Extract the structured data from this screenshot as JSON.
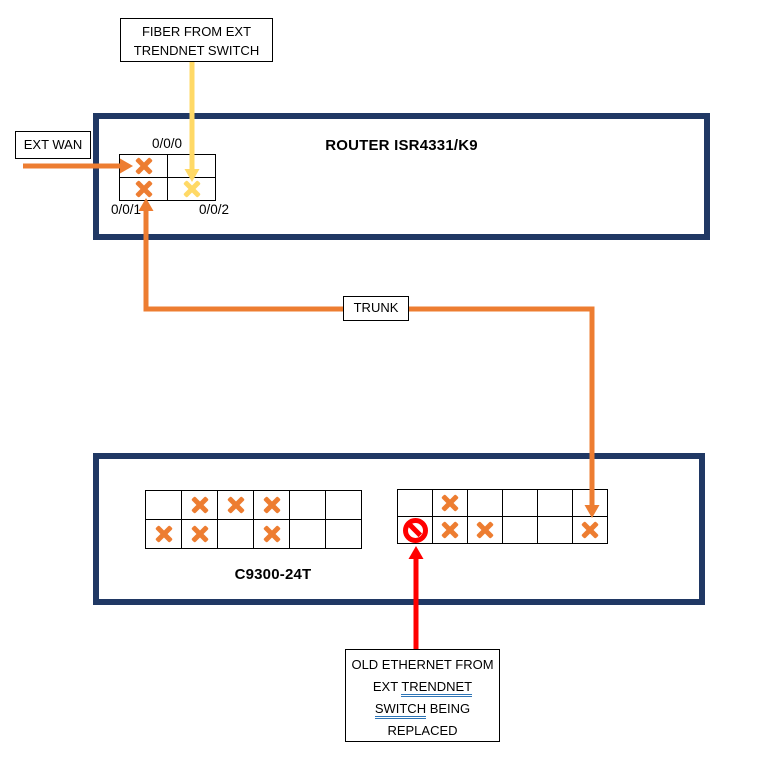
{
  "colors": {
    "device_border_navy": "#203864",
    "orange": "#ED7D31",
    "fiber_yellow": "#FFD966",
    "red": "#FF0000",
    "grammar_underline_blue": "#2E75B6"
  },
  "fiber_label": {
    "line1": "FIBER FROM EXT",
    "line2": "TRENDNET SWITCH"
  },
  "ext_wan_label": "EXT WAN",
  "trunk_label": "TRUNK",
  "router": {
    "title": "ROUTER ISR4331/K9",
    "port_labels": {
      "top": "0/0/0",
      "bottom_left": "0/0/1",
      "bottom_right": "0/0/2"
    },
    "grid": [
      [
        "x",
        ""
      ],
      [
        "x",
        "y"
      ]
    ]
  },
  "switch": {
    "title": "C9300-24T",
    "left_grid": [
      [
        "",
        "x",
        "x",
        "x",
        "",
        ""
      ],
      [
        "x",
        "x",
        "",
        "x",
        "",
        ""
      ]
    ],
    "right_grid": [
      [
        "",
        "x",
        "",
        "",
        "",
        ""
      ],
      [
        "no",
        "x",
        "x",
        "",
        "",
        "x"
      ]
    ]
  },
  "old_ethernet_label": {
    "line1": "OLD ETHERNET FROM",
    "line2_prefix": "EXT ",
    "line2_underlined": "TRENDNET",
    "line3_underlined": "SWITCH",
    "line3_suffix": " BEING",
    "line4": "REPLACED"
  }
}
